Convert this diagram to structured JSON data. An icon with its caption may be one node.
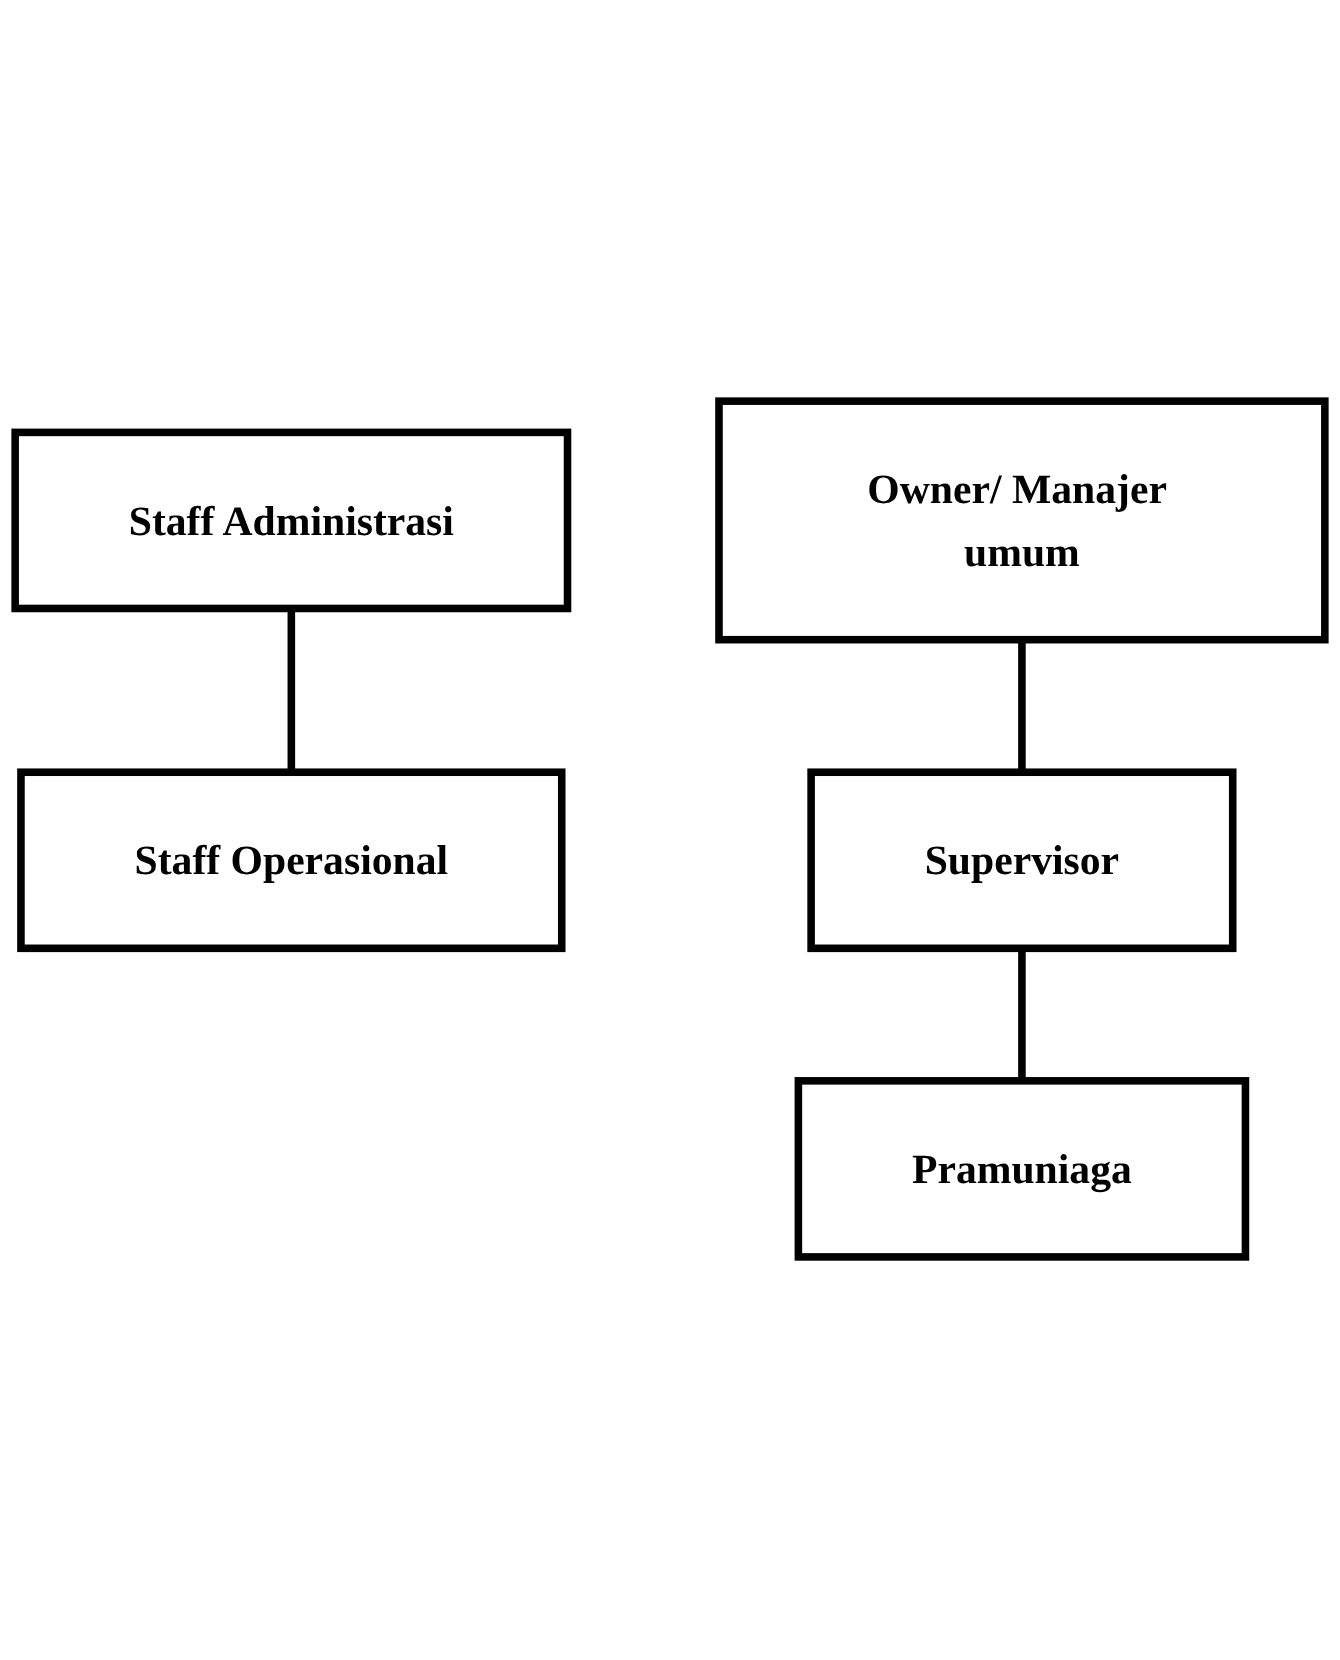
{
  "diagram": {
    "nodes": [
      {
        "text": [
          "Owner/ Manajer umum"
        ]
      },
      {
        "text": [
          "Staff Administrasi"
        ]
      },
      {
        "text": [
          "Staff Operasional"
        ]
      },
      {
        "text": [
          "Supervisor"
        ]
      },
      {
        "text": [
          "Pramuniaga"
        ]
      }
    ],
    "edges": [
      {
        "from": 0,
        "to": 3,
        "arrow": "none"
      },
      {
        "from": 1,
        "to": 2,
        "arrow": "none"
      },
      {
        "from": 3,
        "to": 4,
        "arrow": "none"
      }
    ]
  }
}
